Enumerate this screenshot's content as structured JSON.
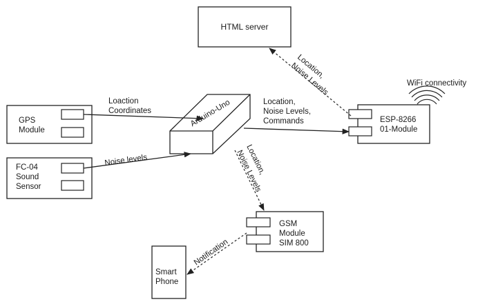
{
  "nodes": {
    "html_server": {
      "label": "HTML server"
    },
    "gps": {
      "line1": "GPS",
      "line2": "Module"
    },
    "fc04": {
      "line1": "FC-04",
      "line2": "Sound",
      "line3": "Sensor"
    },
    "arduino": {
      "label": "Arduino-Uno"
    },
    "esp": {
      "line1": "ESP-8266",
      "line2": "01-Module"
    },
    "wifi": {
      "label": "WiFi connectivity"
    },
    "gsm": {
      "line1": "GSM",
      "line2": "Module",
      "line3": "SIM 800"
    },
    "phone": {
      "line1": "Smart",
      "line2": "Phone"
    }
  },
  "edges": {
    "gps_to_arduino": {
      "line1": "Loaction",
      "line2": "Coordinates"
    },
    "fc04_to_arduino": {
      "label": "Noise levels"
    },
    "arduino_to_esp": {
      "line1": "Location,",
      "line2": "Noise Levels,",
      "line3": "Commands"
    },
    "esp_to_server": {
      "line1": "Location,",
      "line2": "Noise Levels"
    },
    "arduino_to_gsm": {
      "line1": "Location,",
      "line2": "Noise Levels"
    },
    "gsm_to_phone": {
      "label": "Notification"
    }
  }
}
